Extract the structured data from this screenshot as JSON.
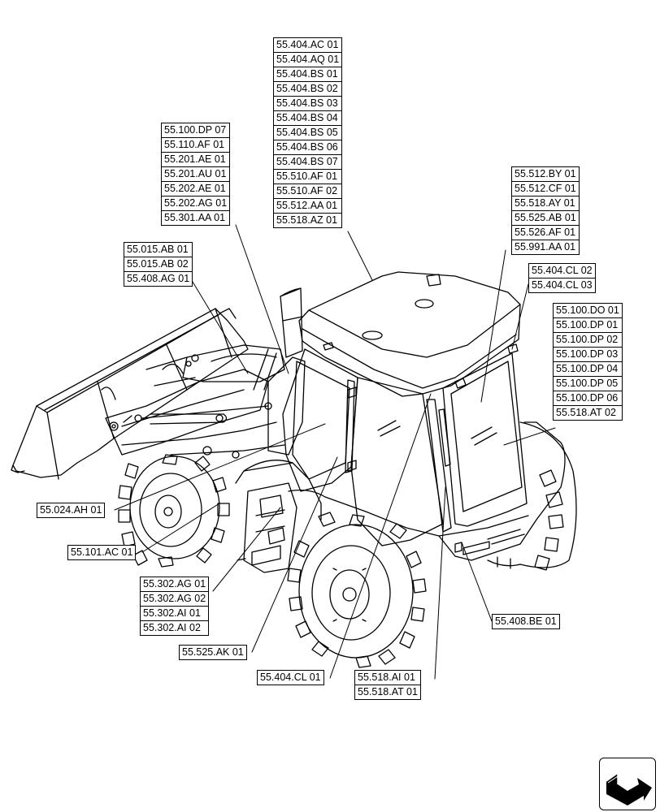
{
  "callouts": [
    {
      "id": "c-top-center",
      "codes": [
        "55.404.AC 01",
        "55.404.AQ 01",
        "55.404.BS 01",
        "55.404.BS 02",
        "55.404.BS 03",
        "55.404.BS 04",
        "55.404.BS 05",
        "55.404.BS 06",
        "55.404.BS 07",
        "55.510.AF 01",
        "55.510.AF 02",
        "55.512.AA 01",
        "55.518.AZ 01"
      ]
    },
    {
      "id": "c-upper-left",
      "codes": [
        "55.100.DP 07",
        "55.110.AF 01",
        "55.201.AE 01",
        "55.201.AU 01",
        "55.202.AE 01",
        "55.202.AG 01",
        "55.301.AA 01"
      ]
    },
    {
      "id": "c-loader",
      "codes": [
        "55.015.AB 01",
        "55.015.AB 02",
        "55.408.AG 01"
      ]
    },
    {
      "id": "c-right-top",
      "codes": [
        "55.512.BY 01",
        "55.512.CF 01",
        "55.518.AY 01",
        "55.525.AB 01",
        "55.526.AF 01",
        "55.991.AA 01"
      ]
    },
    {
      "id": "c-mirror",
      "codes": [
        "55.404.CL 02",
        "55.404.CL 03"
      ]
    },
    {
      "id": "c-right-mid",
      "codes": [
        "55.100.DO 01",
        "55.100.DP 01",
        "55.100.DP 02",
        "55.100.DP 03",
        "55.100.DP 04",
        "55.100.DP 05",
        "55.100.DP 06",
        "55.518.AT 02"
      ]
    },
    {
      "id": "c-front-left",
      "codes": [
        "55.024.AH 01"
      ]
    },
    {
      "id": "c-front-wheel",
      "codes": [
        "55.101.AC 01"
      ]
    },
    {
      "id": "c-step",
      "codes": [
        "55.302.AG 01",
        "55.302.AG 02",
        "55.302.AI 01",
        "55.302.AI 02"
      ]
    },
    {
      "id": "c-door",
      "codes": [
        "55.525.AK 01"
      ]
    },
    {
      "id": "c-door-lower",
      "codes": [
        "55.404.CL 01"
      ]
    },
    {
      "id": "c-handle",
      "codes": [
        "55.518.AI 01",
        "55.518.AT 01"
      ]
    },
    {
      "id": "c-rear",
      "codes": [
        "55.408.BE 01"
      ]
    }
  ],
  "nav_icon": "next-page-arrow-icon"
}
